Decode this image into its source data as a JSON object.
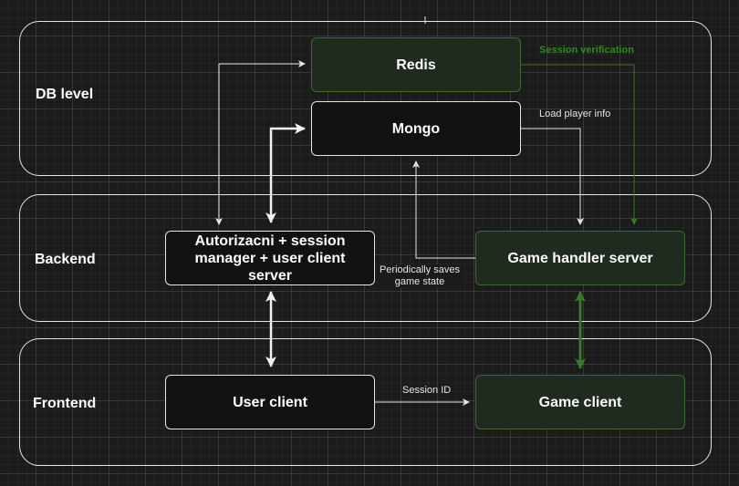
{
  "lanes": {
    "db": {
      "label": "DB level"
    },
    "backend": {
      "label": "Backend"
    },
    "frontend": {
      "label": "Frontend"
    }
  },
  "nodes": {
    "redis": "Redis",
    "mongo": "Mongo",
    "auth": "Autorizacni + session manager + user client server",
    "game_handler": "Game handler server",
    "user_client": "User client",
    "game_client": "Game client"
  },
  "edges": {
    "session_verification": "Session verification",
    "load_player_info": "Load player info",
    "periodically_saves": "Periodically saves game state",
    "session_id": "Session ID"
  },
  "colors": {
    "background": "#1b1b1b",
    "line": "#e6e6e6",
    "green_line": "#3d7a26",
    "green_text": "#2e8b1e",
    "green_node_fill": "#1e2b1e",
    "dark_node_fill": "#121212"
  }
}
